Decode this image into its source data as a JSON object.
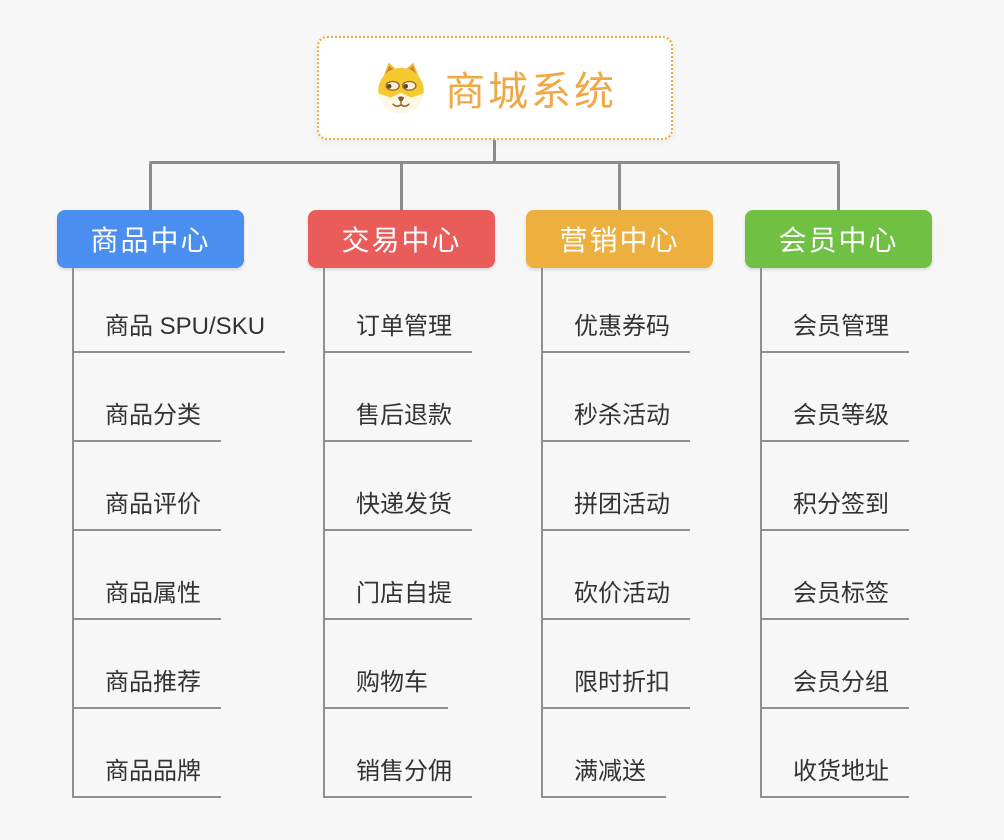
{
  "root": {
    "title": "商城系统",
    "icon": "dog-face-icon",
    "accent_color": "#EFA845",
    "border_color": "#EAA93F"
  },
  "connector_color": "#8C8C8C",
  "background_color": "#F7F7F7",
  "branches": [
    {
      "label": "商品中心",
      "color": "#4A8EF0",
      "children": [
        "商品 SPU/SKU",
        "商品分类",
        "商品评价",
        "商品属性",
        "商品推荐",
        "商品品牌"
      ]
    },
    {
      "label": "交易中心",
      "color": "#E95C5A",
      "children": [
        "订单管理",
        "售后退款",
        "快递发货",
        "门店自提",
        "购物车",
        "销售分佣"
      ]
    },
    {
      "label": "营销中心",
      "color": "#EDB03E",
      "children": [
        "优惠券码",
        "秒杀活动",
        "拼团活动",
        "砍价活动",
        "限时折扣",
        "满减送"
      ]
    },
    {
      "label": "会员中心",
      "color": "#6FC043",
      "children": [
        "会员管理",
        "会员等级",
        "积分签到",
        "会员标签",
        "会员分组",
        "收货地址"
      ]
    }
  ]
}
